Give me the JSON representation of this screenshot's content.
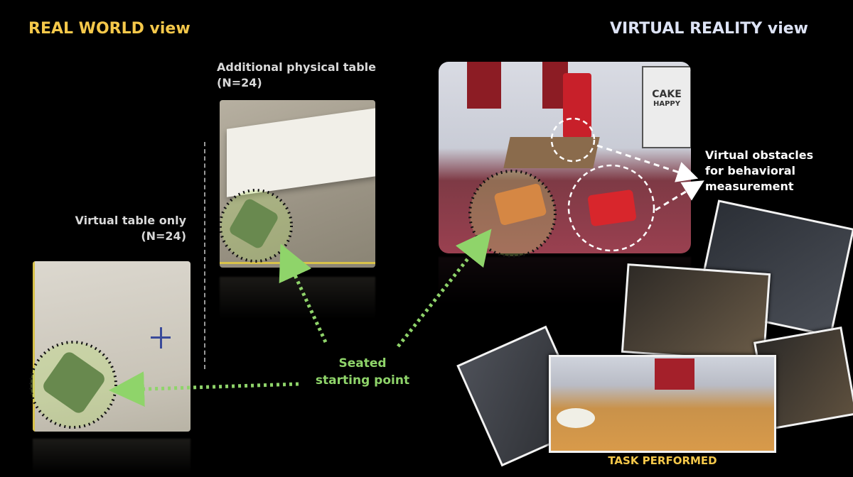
{
  "headers": {
    "real_world": "REAL WORLD view",
    "virtual_reality": "VIRTUAL REALITY view"
  },
  "labels": {
    "physical_table_line1": "Additional physical table",
    "physical_table_line2": "(N=24)",
    "virtual_table_line1": "Virtual table only",
    "virtual_table_line2": "(N=24)",
    "obstacles_line1": "Virtual obstacles",
    "obstacles_line2": "for behavioral",
    "obstacles_line3": "measurement",
    "seated_line1": "Seated",
    "seated_line2": "starting point",
    "task_performed": "TASK PERFORMED"
  },
  "vr_poster": {
    "line1": "CAKE",
    "line2": "HAPPY"
  },
  "colors": {
    "real_world_header": "#f5c84a",
    "vr_header": "#dde3f5",
    "accent_green": "#8fd46a",
    "task_label": "#f5c84a"
  },
  "icons": {
    "arrows": "dotted-arrow",
    "highlights": "dotted-circle"
  }
}
